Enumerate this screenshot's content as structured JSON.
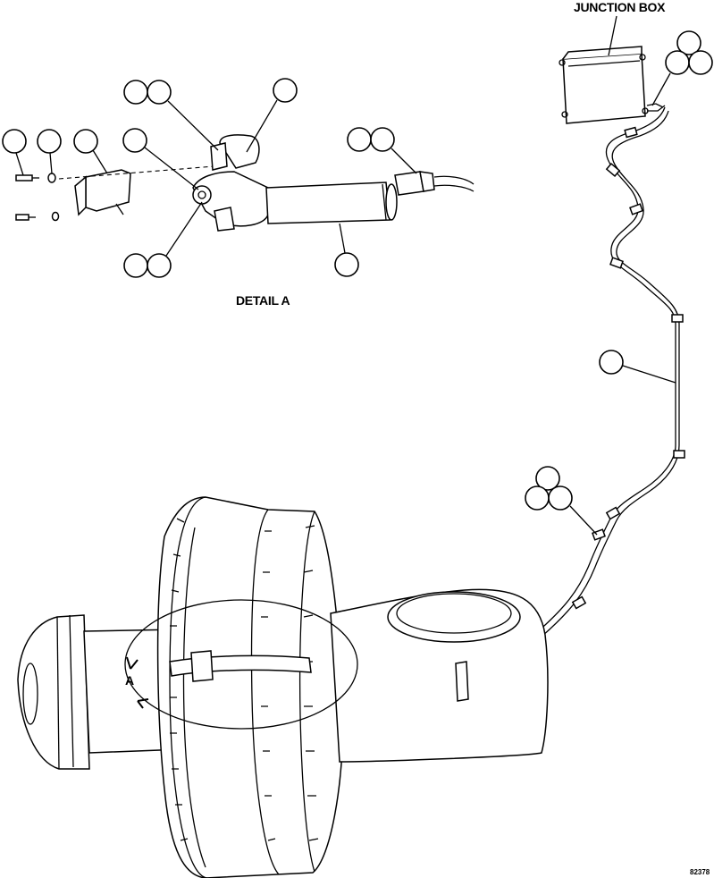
{
  "labels": {
    "junction_box": "JUNCTION BOX",
    "detail": "DETAIL A",
    "view_ref": "A",
    "figure_code": "82378"
  },
  "callouts": [
    {
      "id": "jb-callout-1"
    },
    {
      "id": "jb-callout-2"
    },
    {
      "id": "jb-callout-3"
    },
    {
      "id": "detail-callout-1"
    },
    {
      "id": "detail-callout-2"
    },
    {
      "id": "detail-callout-3"
    },
    {
      "id": "detail-callout-4"
    },
    {
      "id": "detail-callout-5"
    },
    {
      "id": "detail-callout-6"
    },
    {
      "id": "detail-callout-7"
    },
    {
      "id": "detail-callout-8"
    },
    {
      "id": "detail-callout-9"
    },
    {
      "id": "detail-callout-10"
    },
    {
      "id": "detail-callout-11"
    },
    {
      "id": "detail-callout-12"
    },
    {
      "id": "cable-callout-1"
    },
    {
      "id": "cable-callout-2"
    },
    {
      "id": "cable-callout-3"
    },
    {
      "id": "cable-callout-4"
    }
  ]
}
